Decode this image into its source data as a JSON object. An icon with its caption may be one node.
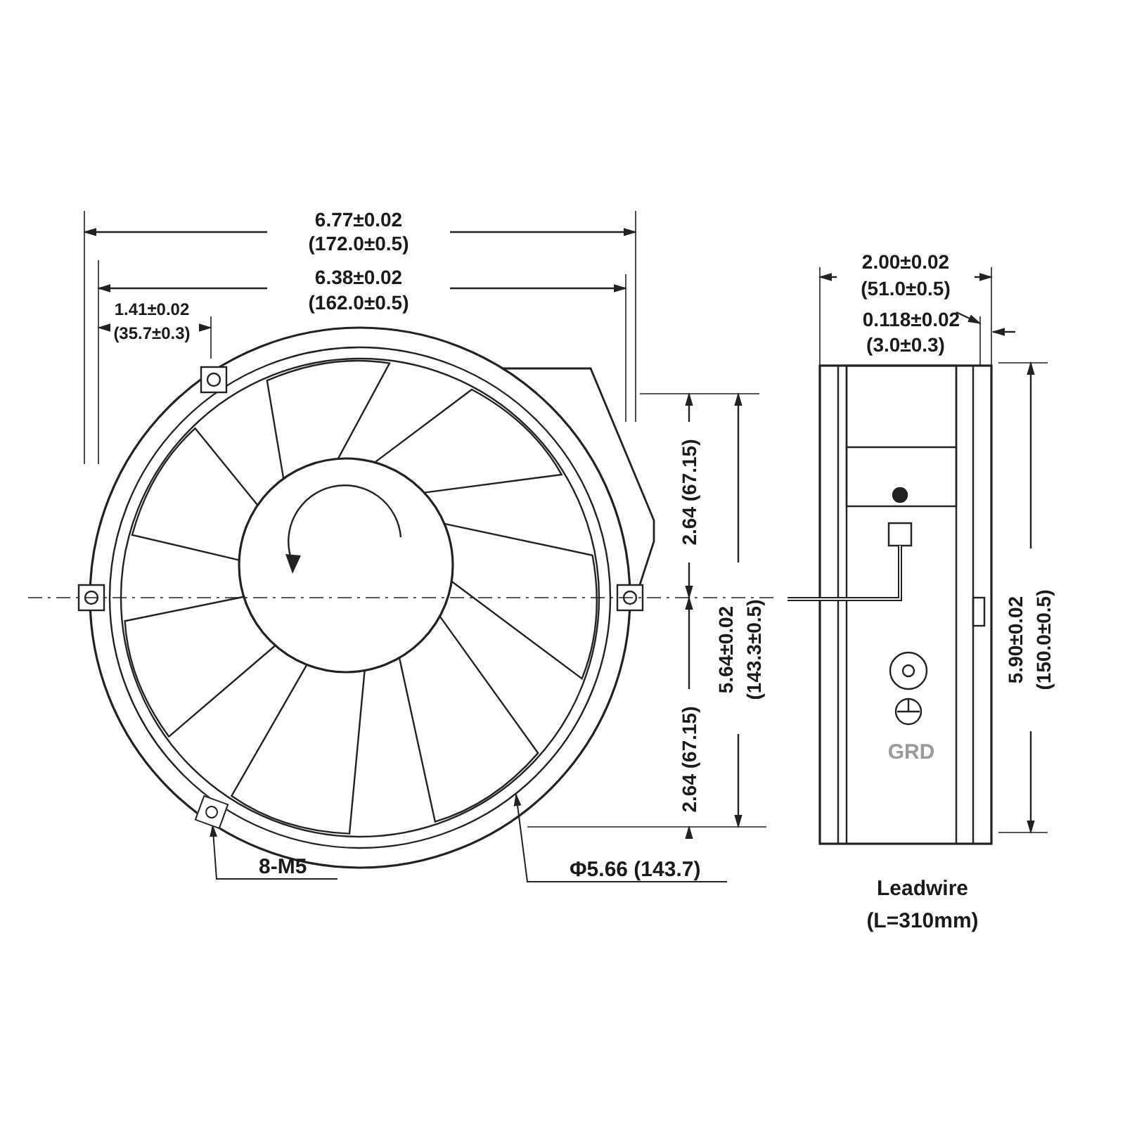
{
  "diagram": {
    "nodes": [
      {
        "text": [
          "8-M5"
        ]
      },
      {
        "text": [],
        "shape": "box"
      },
      {
        "text": [
          "Φ5.66 (143.7)"
        ]
      }
    ],
    "edges": [
      {
        "from": 0,
        "to": 1,
        "arrow": "to"
      },
      {
        "from": 2,
        "to": null,
        "arrow": "to"
      }
    ],
    "labels": [
      "6.77±0.02",
      "(172.0±0.5)",
      "6.38±0.02",
      "(162.0±0.5)",
      "1.41±0.02",
      "(35.7±0.3)",
      "2.00±0.02",
      "(51.0±0.5)",
      "0.118±0.02",
      "(3.0±0.3)",
      "2.64 (67.15)",
      "5.64±0.02",
      "(143.3±0.5)",
      "5.90±0.02",
      "(150.0±0.5)",
      "2.64 (67.15)",
      "GRD",
      "Leadwire",
      "(L=310mm)"
    ]
  }
}
